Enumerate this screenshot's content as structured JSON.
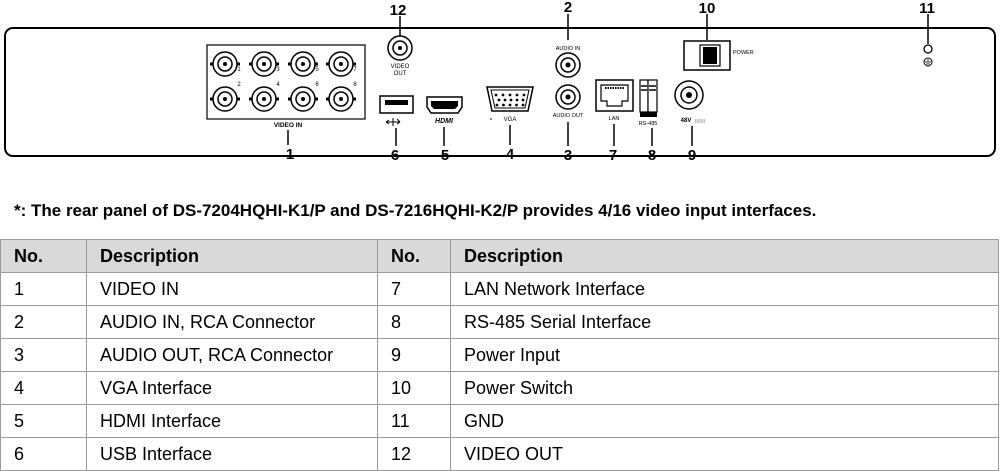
{
  "callouts": {
    "c1": "1",
    "c2": "2",
    "c3": "3",
    "c4": "4",
    "c5": "5",
    "c6": "6",
    "c7": "7",
    "c8": "8",
    "c9": "9",
    "c10": "10",
    "c11": "11",
    "c12": "12"
  },
  "panel_labels": {
    "video_in": "VIDEO IN",
    "video_out": "VIDEO OUT",
    "audio_in": "AUDIO IN",
    "audio_out": "AUDIO OUT",
    "vga": "VGA",
    "hdmi": "HDMI",
    "lan": "LAN",
    "rs485": "RS-485",
    "power": "POWER",
    "dc": "48V",
    "ch1": "1",
    "ch2": "2",
    "ch3": "3",
    "ch4": "4",
    "ch5": "5",
    "ch6": "6",
    "ch7": "7",
    "ch8": "8"
  },
  "note": "*: The rear panel of DS-7204HQHI-K1/P and DS-7216HQHI-K2/P provides 4/16 video input interfaces.",
  "table": {
    "headers": [
      "No.",
      "Description",
      "No.",
      "Description"
    ],
    "rows": [
      [
        "1",
        "VIDEO IN",
        "7",
        "LAN Network Interface"
      ],
      [
        "2",
        "AUDIO IN, RCA Connector",
        "8",
        "RS-485 Serial Interface"
      ],
      [
        "3",
        "AUDIO OUT, RCA Connector",
        "9",
        "Power Input"
      ],
      [
        "4",
        "VGA Interface",
        "10",
        "Power Switch"
      ],
      [
        "5",
        "HDMI Interface",
        "11",
        "GND"
      ],
      [
        "6",
        "USB Interface",
        "12",
        "VIDEO OUT"
      ]
    ]
  }
}
